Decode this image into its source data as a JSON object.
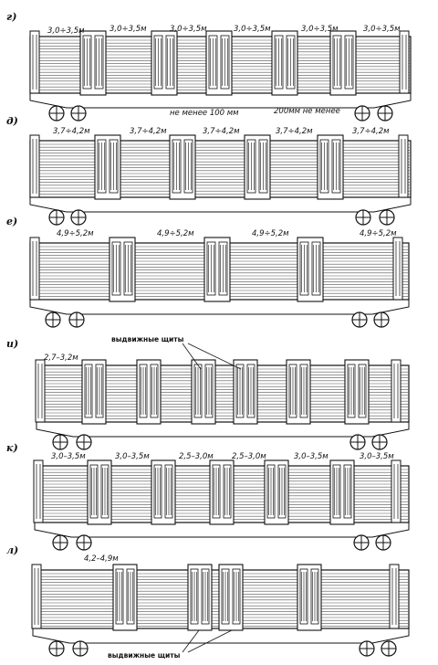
{
  "rows": [
    {
      "letter": "г)",
      "dims": [
        "3,0÷3,5м",
        "3,0÷3,5м",
        "3,0÷3,5м",
        "3,0÷3,5м",
        "3,0÷3,5м",
        "3,0÷3,5м"
      ],
      "notes": [
        "не менее 100 мм",
        "200мм не менее"
      ]
    },
    {
      "letter": "д)",
      "dims": [
        "3,7÷4,2м",
        "3,7÷4,2м",
        "3,7÷4,2м",
        "3,7÷4,2м",
        "3,7÷4,2м"
      ],
      "notes": []
    },
    {
      "letter": "е)",
      "dims": [
        "4,9÷5,2м",
        "4,9÷5,2м",
        "4,9÷5,2м",
        "4,9÷5,2м"
      ],
      "notes": []
    },
    {
      "letter": "и)",
      "dims": [
        "2,7–3,2м"
      ],
      "notes": [
        "выдвижные щиты"
      ]
    },
    {
      "letter": "к)",
      "dims": [
        "3,0–3,5м",
        "3,0–3,5м",
        "2,5–3,0м",
        "2,5–3,0м",
        "3,0–3,5м",
        "3,0–3,5м"
      ],
      "notes": []
    },
    {
      "letter": "л)",
      "dims": [
        "4,2–4,9м"
      ],
      "notes": [
        "выдвижные щиты"
      ]
    }
  ]
}
